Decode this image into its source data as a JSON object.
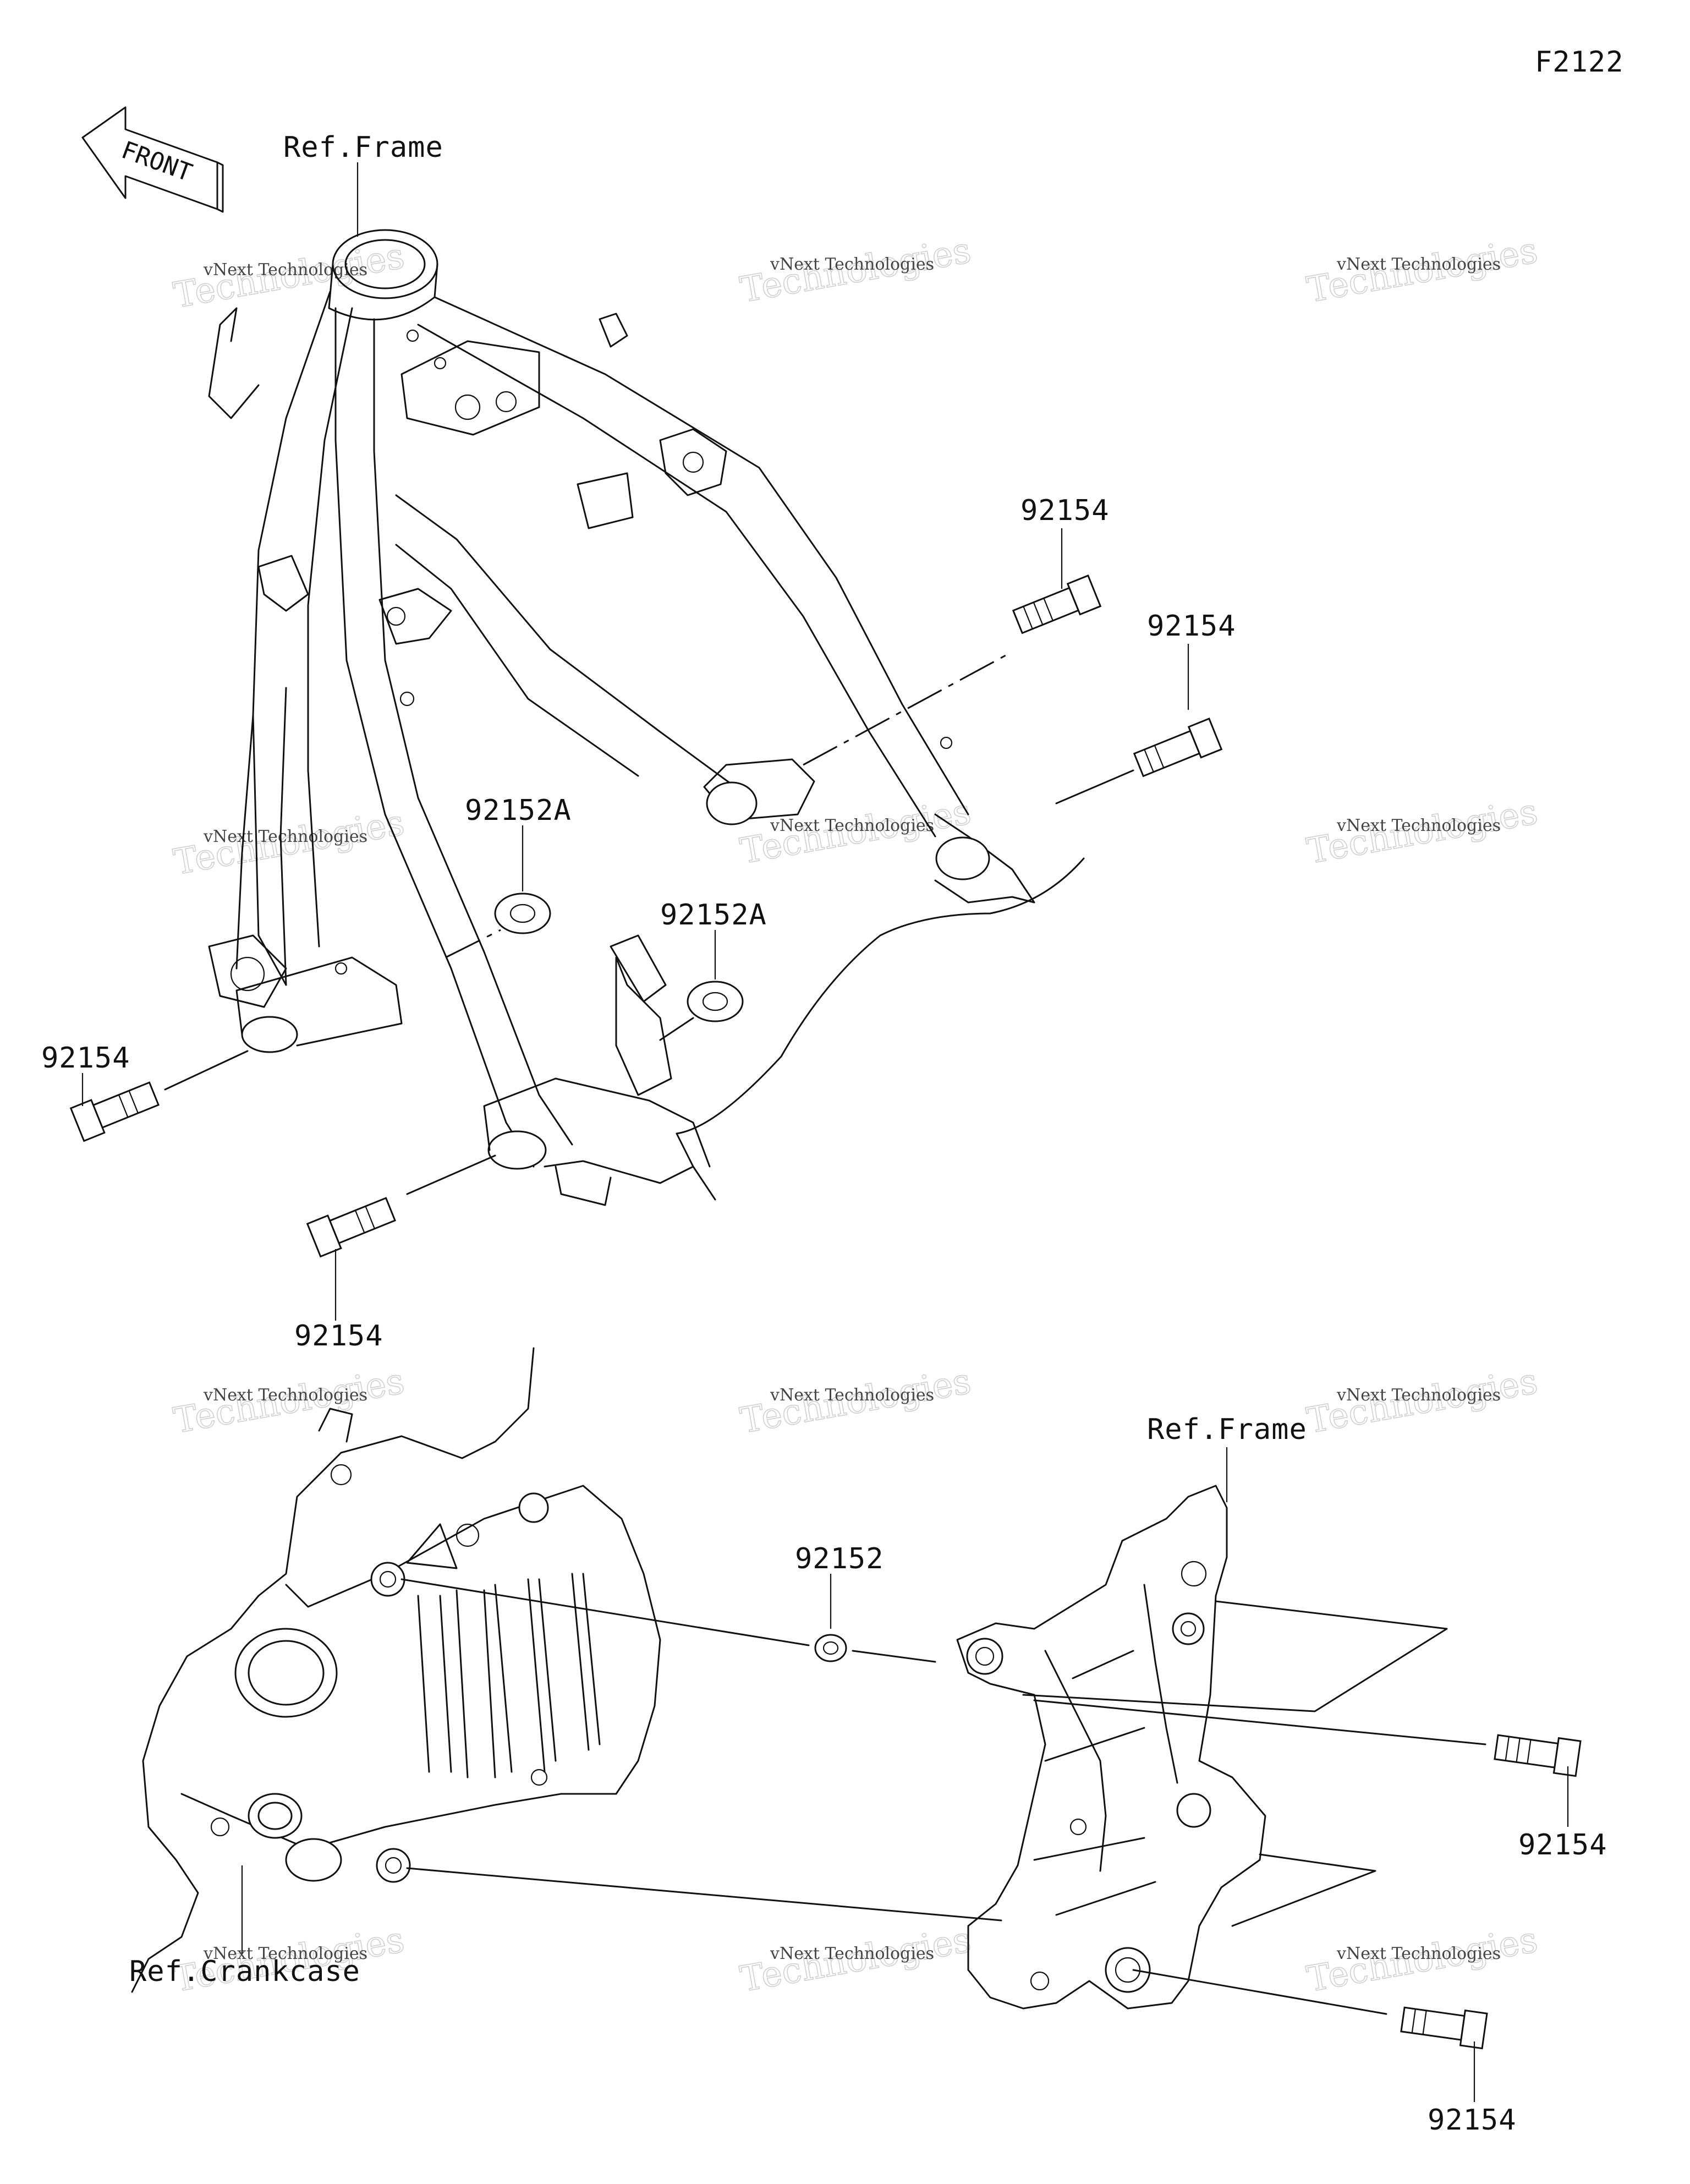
{
  "figure_code": "F2122",
  "front_arrow_text": "FRONT",
  "watermark": {
    "small": "vNext Technologies",
    "big": "Technologies"
  },
  "labels": {
    "ref_frame_top": "Ref.Frame",
    "ref_frame_bottom": "Ref.Frame",
    "ref_crankcase": "Ref.Crankcase"
  },
  "parts": {
    "p1": "92154",
    "p2": "92154",
    "p3": "92152A",
    "p4": "92152A",
    "p5": "92154",
    "p6": "92154",
    "p7": "92152",
    "p8": "92154",
    "p9": "92154"
  }
}
